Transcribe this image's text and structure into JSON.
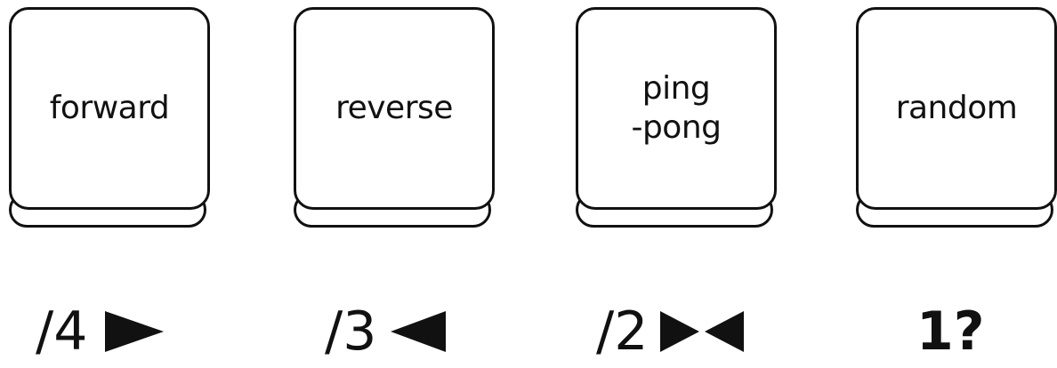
{
  "keys": [
    {
      "lines": [
        "forward"
      ]
    },
    {
      "lines": [
        "reverse"
      ]
    },
    {
      "lines": [
        "ping",
        "-pong"
      ]
    },
    {
      "lines": [
        "random"
      ]
    }
  ],
  "legends": [
    {
      "text": "/4",
      "symbol": "play-right-icon"
    },
    {
      "text": "/3",
      "symbol": "play-left-icon"
    },
    {
      "text": "/2",
      "symbol": "bowtie-icon"
    },
    {
      "text": "1?",
      "symbol": ""
    }
  ]
}
